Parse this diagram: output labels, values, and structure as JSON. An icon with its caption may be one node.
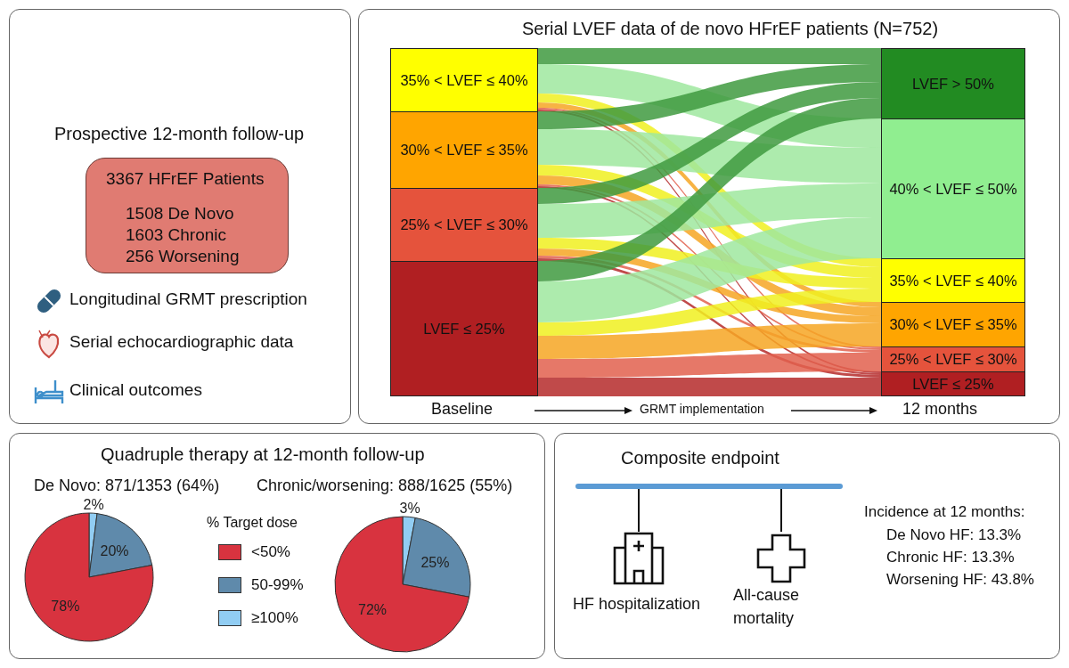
{
  "diagram": {
    "nodes": [
      {
        "text": [
          "Prospective 12-month follow-up"
        ]
      },
      {
        "text": [
          "3367 HFrEF Patients",
          "1508 De Novo 1603 Chronic 256 Worsening"
        ],
        "in": 0
      },
      {
        "text": [
          "Serial LVEF data of de novo HFrEF patients (N=752)"
        ]
      },
      {
        "text": [
          "35% < LVEF ≤ 40%"
        ],
        "in": 2
      },
      {
        "text": [
          "30% < LVEF ≤ 35%"
        ],
        "in": 2
      },
      {
        "text": [
          "25% < LVEF ≤ 30%"
        ],
        "in": 2
      },
      {
        "text": [
          "LVEF ≤ 25%"
        ],
        "in": 2
      },
      {
        "text": [
          "LVEF > 50%"
        ],
        "in": 2
      },
      {
        "text": [
          "40% < LVEF ≤ 50%"
        ],
        "in": 2
      },
      {
        "text": [
          "35% < LVEF ≤ 40%"
        ],
        "in": 2
      },
      {
        "text": [
          "30% < LVEF ≤ 35%"
        ],
        "in": 2
      },
      {
        "text": [
          "25% < LVEF ≤ 30%"
        ],
        "in": 2
      },
      {
        "text": [
          "LVEF ≤ 25%"
        ],
        "in": 2
      },
      {
        "text": [
          "Quadruple therapy at 12-month follow-up"
        ]
      },
      {
        "text": [
          "Composite endpoint"
        ]
      },
      {
        "text": [],
        "shape": "bar",
        "in": 14
      },
      {
        "text": [
          "HF hospitalization"
        ],
        "in": 14
      },
      {
        "text": [
          "All-cause mortality"
        ],
        "in": 14
      }
    ],
    "edges": [
      {
        "from": 3,
        "to": 7,
        "arrow": "none",
        "color": "#3f9a3f"
      },
      {
        "from": 3,
        "to": 8,
        "arrow": "none",
        "color": "#9fe89f"
      },
      {
        "from": 3,
        "to": 9,
        "arrow": "none",
        "color": "#f0f020"
      },
      {
        "from": 3,
        "to": 10,
        "arrow": "none",
        "color": "#f6a623"
      },
      {
        "from": 3,
        "to": 11,
        "arrow": "none",
        "color": "#e2604e"
      },
      {
        "from": 3,
        "to": 12,
        "arrow": "none",
        "color": "#b52a2a"
      },
      {
        "from": 4,
        "to": 7,
        "arrow": "none",
        "color": "#3f9a3f"
      },
      {
        "from": 4,
        "to": 8,
        "arrow": "none",
        "color": "#9fe89f"
      },
      {
        "from": 4,
        "to": 9,
        "arrow": "none",
        "color": "#f0f020"
      },
      {
        "from": 4,
        "to": 10,
        "arrow": "none",
        "color": "#f6a623"
      },
      {
        "from": 4,
        "to": 11,
        "arrow": "none",
        "color": "#e2604e"
      },
      {
        "from": 4,
        "to": 12,
        "arrow": "none",
        "color": "#b52a2a"
      },
      {
        "from": 5,
        "to": 7,
        "arrow": "none",
        "color": "#3f9a3f"
      },
      {
        "from": 5,
        "to": 8,
        "arrow": "none",
        "color": "#9fe89f"
      },
      {
        "from": 5,
        "to": 9,
        "arrow": "none",
        "color": "#f0f020"
      },
      {
        "from": 5,
        "to": 10,
        "arrow": "none",
        "color": "#f6a623"
      },
      {
        "from": 5,
        "to": 11,
        "arrow": "none",
        "color": "#e2604e"
      },
      {
        "from": 5,
        "to": 12,
        "arrow": "none",
        "color": "#b52a2a"
      },
      {
        "from": 6,
        "to": 7,
        "arrow": "none",
        "color": "#3f9a3f"
      },
      {
        "from": 6,
        "to": 8,
        "arrow": "none",
        "color": "#9fe89f"
      },
      {
        "from": 6,
        "to": 9,
        "arrow": "none",
        "color": "#f0f020"
      },
      {
        "from": 6,
        "to": 10,
        "arrow": "none",
        "color": "#f6a623"
      },
      {
        "from": 6,
        "to": 11,
        "arrow": "none",
        "color": "#e2604e"
      },
      {
        "from": 6,
        "to": 12,
        "arrow": "none",
        "color": "#b52a2a"
      },
      {
        "from": 15,
        "to": 16,
        "arrow": "none",
        "color": "#111111"
      },
      {
        "from": 15,
        "to": 17,
        "arrow": "none",
        "color": "#111111"
      }
    ],
    "labels": [
      "Longitudinal GRMT prescription",
      "Serial echocardiographic data",
      "Clinical outcomes",
      "Baseline",
      "GRMT implementation",
      "12 months",
      "% Target dose",
      "Incidence at 12 months:",
      "De Novo HF: 13.3%",
      "Chronic HF: 13.3%",
      "Worsening HF: 43.8%"
    ],
    "legend": [
      {
        "text": "<50%",
        "color": "#d8333f"
      },
      {
        "text": "50-99%",
        "color": "#5f8aab"
      },
      {
        "text": "≥100%",
        "color": "#91cdf3"
      }
    ],
    "chart_data": [
      {
        "type": "pie",
        "title": "De Novo: 871/1353 (64%)",
        "values": [
          78,
          20,
          2
        ],
        "value_labels": [
          "78%",
          "20%",
          "2%"
        ]
      },
      {
        "type": "pie",
        "title": "Chronic/worsening: 888/1625 (55%)",
        "values": [
          72,
          25,
          3
        ],
        "value_labels": [
          "72%",
          "25%",
          "3%"
        ]
      }
    ]
  }
}
